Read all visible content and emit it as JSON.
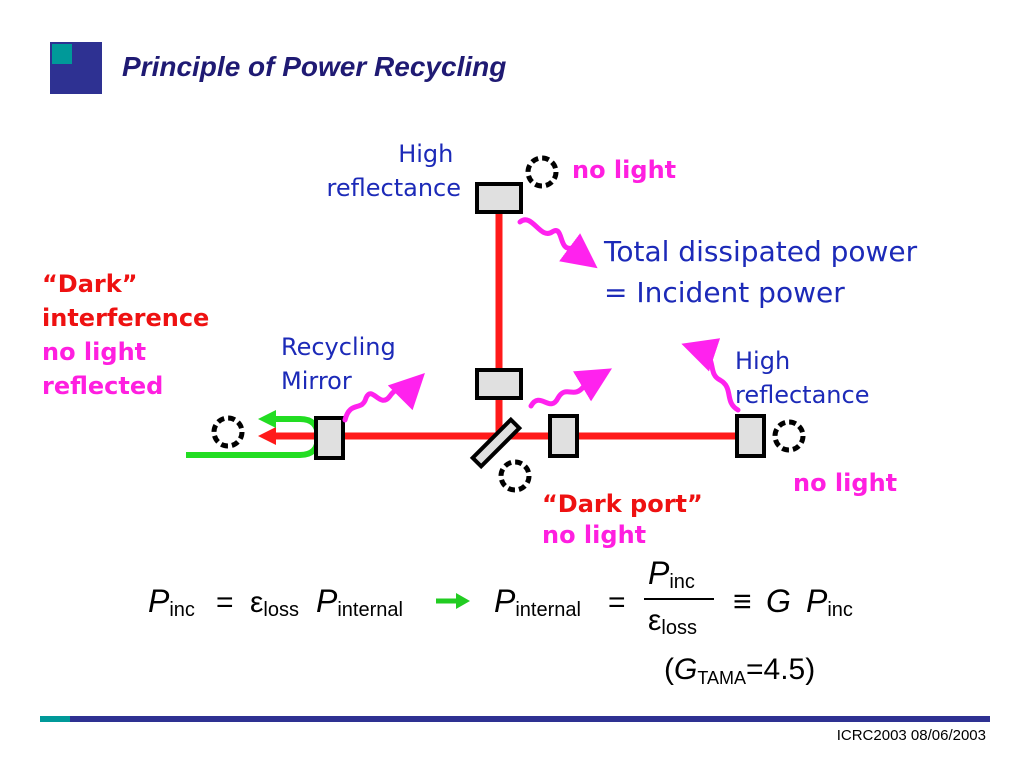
{
  "slide": {
    "title": "Principle of Power Recycling",
    "footer": "ICRC2003 08/06/2003"
  },
  "diagram": {
    "top_mirror_label": [
      "High",
      "reflectance"
    ],
    "right_mirror_label": [
      "High",
      "reflectance"
    ],
    "recycling_mirror_label": [
      "Recycling",
      "Mirror"
    ],
    "no_light_top": "no light",
    "no_light_right": "no light",
    "dissipated": [
      "Total dissipated power",
      "= Incident power"
    ],
    "dark_interference": [
      "“Dark”",
      "interference"
    ],
    "no_light_reflected": [
      "no light",
      "reflected"
    ],
    "dark_port": [
      "“Dark port”",
      "no light"
    ]
  },
  "equation": {
    "p": "P",
    "inc": "inc",
    "equals": "=",
    "epsilon": "ε",
    "loss": "loss",
    "internal": "internal",
    "identical": "≡",
    "g": "G",
    "tama_open": "(",
    "tama_sub": "TAMA",
    "tama_value": "=4.5)"
  },
  "colors": {
    "beam": "#ff1a1a",
    "input_beam": "#22dd22",
    "wave": "#ff22ee",
    "text_blue": "#1c2ab8",
    "text_magenta": "#ff1fe0",
    "text_red": "#ee1111",
    "title": "#1f1a73"
  }
}
